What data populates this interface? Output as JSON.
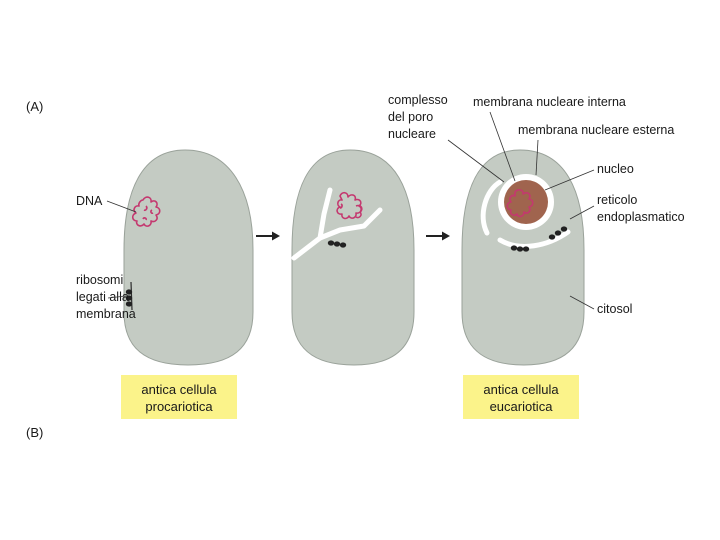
{
  "panels": {
    "a": "(A)",
    "b": "(B)"
  },
  "labels": {
    "dna": "DNA",
    "ribosomi": [
      "ribosomi",
      "legati alla",
      "membrana"
    ],
    "complesso": [
      "complesso",
      "del poro",
      "nucleare"
    ],
    "membrana_interna": "membrana nucleare interna",
    "membrana_esterna": "membrana nucleare esterna",
    "nucleo": "nucleo",
    "reticolo": [
      "reticolo",
      "endoplasmatico"
    ],
    "citosol": "citosol"
  },
  "captions": {
    "procariotica": [
      "antica cellula",
      "procariotica"
    ],
    "eucariotica": [
      "antica cellula",
      "eucariotica"
    ]
  },
  "colors": {
    "cell_fill": "#c4cbc3",
    "cell_stroke": "#9aa29a",
    "dna": "#c4386f",
    "nucleus_fill": "#a0644e",
    "caption_bg": "#fbf38a",
    "ribosome": "#222222"
  }
}
